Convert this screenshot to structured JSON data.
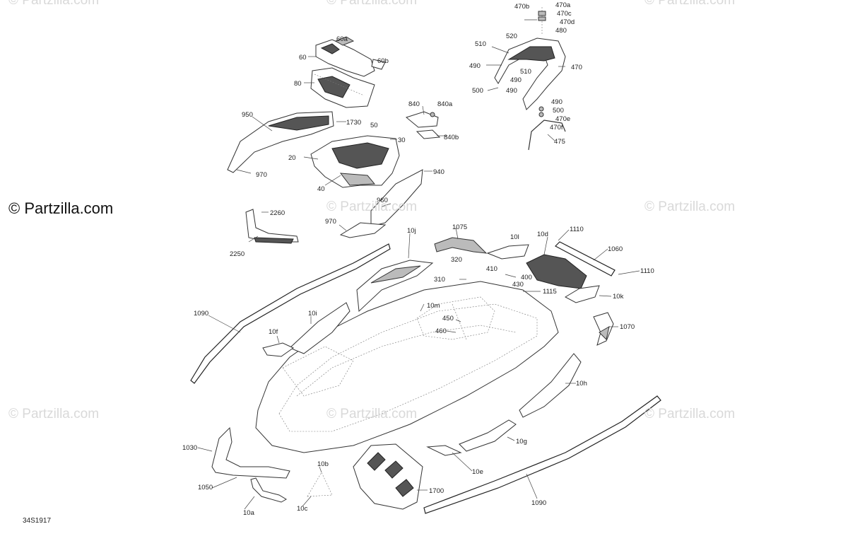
{
  "watermark": {
    "main": "© Partzilla.com",
    "faint": "© Partzilla.com"
  },
  "diagram": {
    "ref_code": "34S1917",
    "callouts": [
      "60a",
      "60",
      "60b",
      "80",
      "950",
      "1730",
      "50",
      "30",
      "20",
      "40",
      "970",
      "840",
      "840a",
      "840b",
      "940",
      "960",
      "970",
      "2260",
      "2250",
      "470b",
      "470a",
      "470c",
      "470d",
      "480",
      "520",
      "510",
      "490",
      "470",
      "510",
      "490",
      "500",
      "490",
      "490",
      "500",
      "470e",
      "470f",
      "475",
      "1075",
      "10j",
      "10l",
      "10d",
      "1110",
      "1060",
      "1110",
      "320",
      "310",
      "410",
      "400",
      "430",
      "1115",
      "10k",
      "10m",
      "450",
      "460",
      "1070",
      "10i",
      "10f",
      "1090",
      "10h",
      "10g",
      "10e",
      "1030",
      "1050",
      "10b",
      "10a",
      "10c",
      "1700",
      "1090"
    ]
  }
}
